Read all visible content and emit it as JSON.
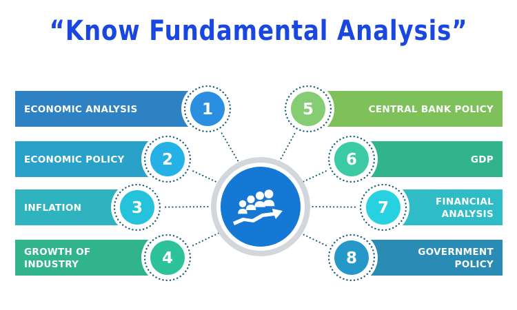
{
  "title": "“Know Fundamental Analysis”",
  "colors": {
    "title": "#1a47e0",
    "hub": "#1478d4",
    "hub_ring": "#d3d6da",
    "connector": "#1e5f7a"
  },
  "hub": {
    "icon": "business-team-growth-arrow-icon"
  },
  "items": [
    {
      "num": "1",
      "lines": [
        "ECONOMIC ANALYSIS"
      ],
      "side": "left",
      "bar": "#2e82c4",
      "circle": "#2a8fe0"
    },
    {
      "num": "2",
      "lines": [
        "ECONOMIC POLICY"
      ],
      "side": "left",
      "bar": "#2aa1c9",
      "circle": "#25b0e6"
    },
    {
      "num": "3",
      "lines": [
        "INFLATION"
      ],
      "side": "left",
      "bar": "#2fb4bf",
      "circle": "#25c3db"
    },
    {
      "num": "4",
      "lines": [
        "GROWTH OF",
        "INDUSTRY"
      ],
      "side": "left",
      "bar": "#31b48b",
      "circle": "#2ec29b"
    },
    {
      "num": "5",
      "lines": [
        "CENTRAL BANK POLICY"
      ],
      "side": "right",
      "bar": "#7ec05a",
      "circle": "#86cc72"
    },
    {
      "num": "6",
      "lines": [
        "GDP"
      ],
      "side": "right",
      "bar": "#31b48b",
      "circle": "#3ccaa4"
    },
    {
      "num": "7",
      "lines": [
        "FINANCIAL",
        "ANALYSIS"
      ],
      "side": "right",
      "bar": "#2fbcc6",
      "circle": "#27d1df"
    },
    {
      "num": "8",
      "lines": [
        "GOVERNMENT",
        "POLICY"
      ],
      "side": "right",
      "bar": "#2a8cb5",
      "circle": "#2597c9"
    }
  ]
}
